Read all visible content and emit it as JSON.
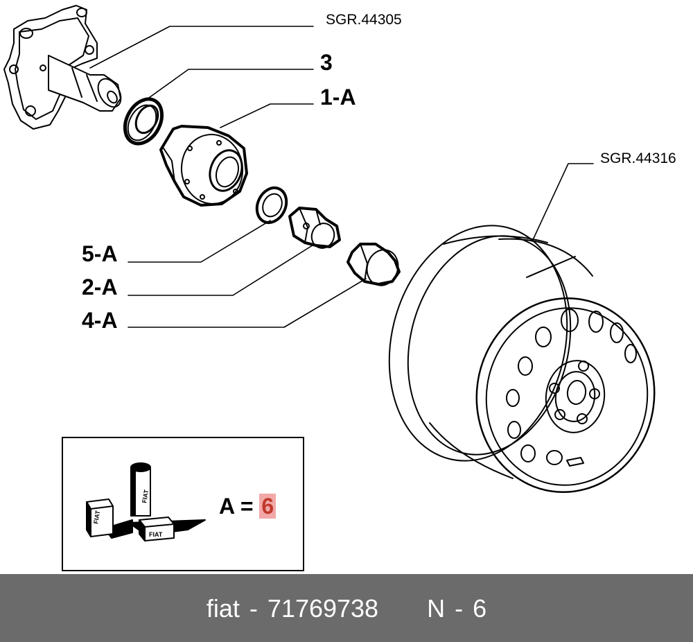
{
  "labels": {
    "sgr_top": "SGR.44305",
    "sgr_wheel": "SGR.44316",
    "part_3": "3",
    "part_1a": "1-A",
    "part_5a": "5-A",
    "part_2a": "2-A",
    "part_4a": "4-A"
  },
  "kit": {
    "formula_prefix": "A = ",
    "formula_value": "6",
    "value_highlight_color": "#f2a8a8",
    "value_text_color": "#c0392b"
  },
  "footer": {
    "text": "fiat - 71769738     N - 6",
    "background": "#6b6b6b"
  }
}
